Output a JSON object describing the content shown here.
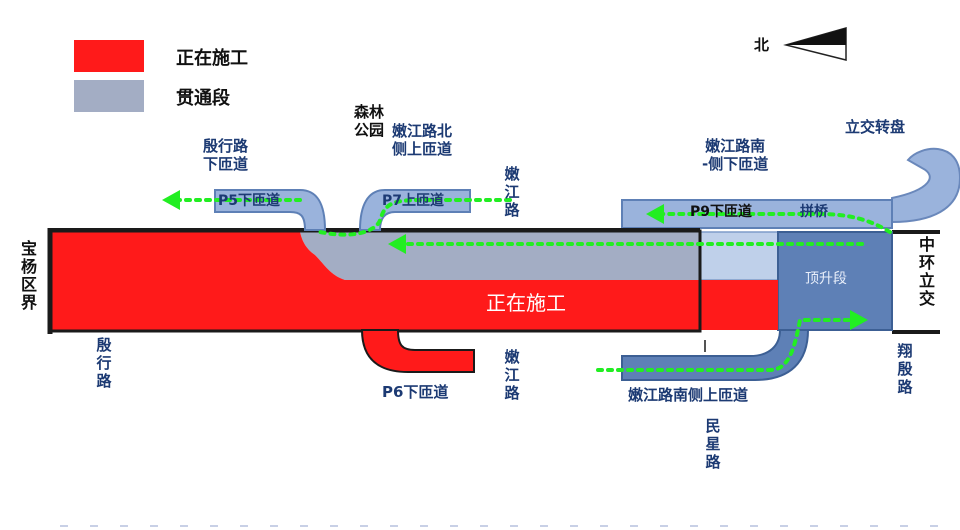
{
  "legend": [
    {
      "label": "正在施工",
      "color": "#ff1a1a"
    },
    {
      "label": "贯通段",
      "color": "#a3adc4"
    }
  ],
  "north_label": "北",
  "colors": {
    "construction": "#ff1a1a",
    "through": "#a3adc4",
    "ramp": "#6a92c8",
    "ramp_light": "#9ab3dc",
    "detour": "#22ee22",
    "outline": "#1a1a1a"
  },
  "labels": {
    "yin_ramp": "殷行路\n下匝道",
    "sen_lin": "森林\n公园",
    "nen_north": "嫩江路北\n侧上匝道",
    "nen_road_top": "嫩\n江\n路",
    "nen_south_down": "嫩江路南\n-侧下匝道",
    "li_jiao": "立交转盘",
    "p5": "P5下匝道",
    "p7": "P7上匝道",
    "p9": "P9下匝道",
    "pin_qiao": "拼桥",
    "center": "正在施工",
    "ding_sheng": "顶升段",
    "zhong_huan": "中\n环\n立\n交",
    "bao_yang": "宝\n杨\n区\n界",
    "yin_road": "殷\n行\n路",
    "p6": "P6下匝道",
    "nen_road_bottom": "嫩\n江\n路",
    "nen_south_up": "嫩江路南侧上匝道",
    "min_xing": "民\n星\n路",
    "xiang_yin": "翔\n殷\n路"
  }
}
